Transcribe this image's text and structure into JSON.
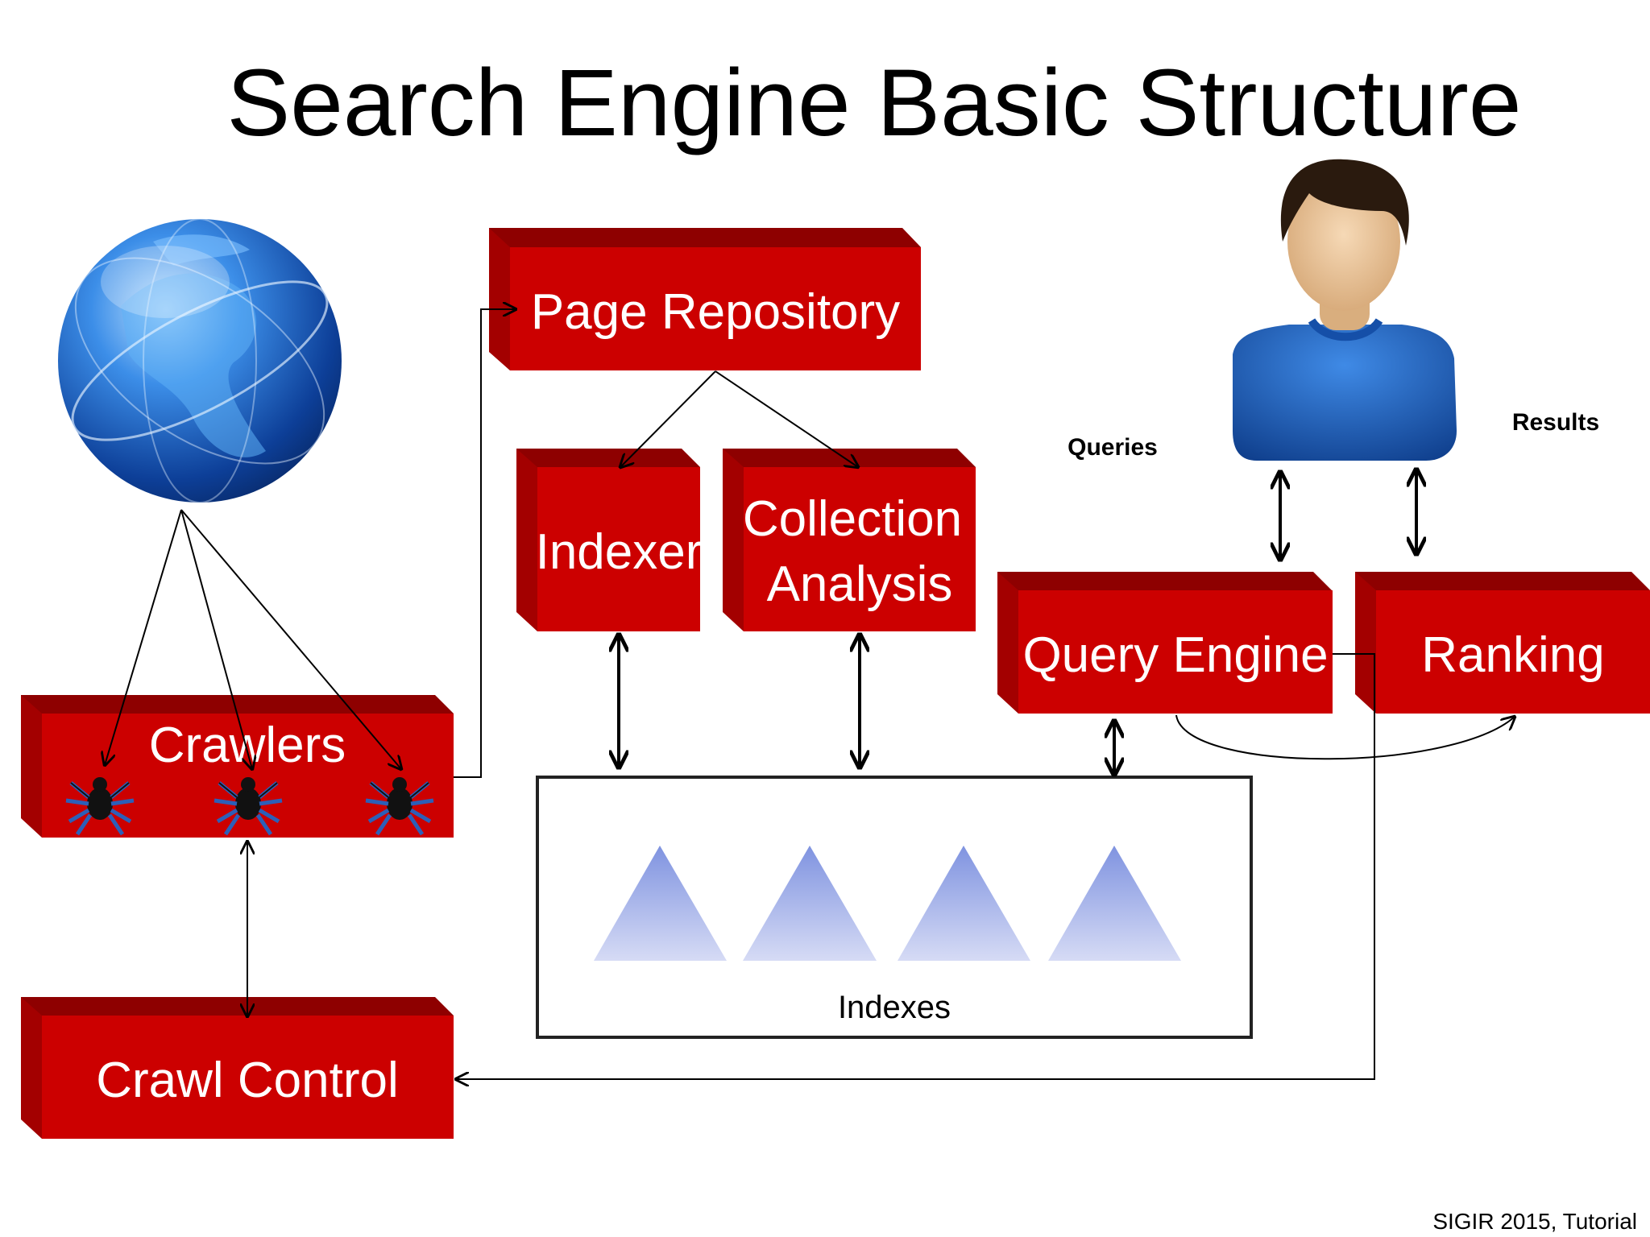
{
  "title": "Search Engine Basic Structure",
  "boxes": {
    "page_repository": "Page Repository",
    "indexer": "Indexer",
    "collection_analysis_line1": "Collection",
    "collection_analysis_line2": "Analysis",
    "query_engine": "Query Engine",
    "ranking": "Ranking",
    "crawlers": "Crawlers",
    "crawl_control": "Crawl Control"
  },
  "labels": {
    "queries": "Queries",
    "results": "Results",
    "indexes": "Indexes"
  },
  "footer": "SIGIR 2015, Tutorial",
  "colors": {
    "box_front": "#cc0000",
    "box_top": "#8e0000",
    "box_side": "#a30000",
    "triangle_top": "#7f93e0",
    "triangle_bottom": "#d6dbf5",
    "globe": "#1e5fc0",
    "user_shirt": "#1f62c4",
    "user_skin": "#e9c49a"
  },
  "icons": {
    "globe": "globe-icon",
    "user": "user-avatar-icon",
    "spider": "spider-icon"
  }
}
